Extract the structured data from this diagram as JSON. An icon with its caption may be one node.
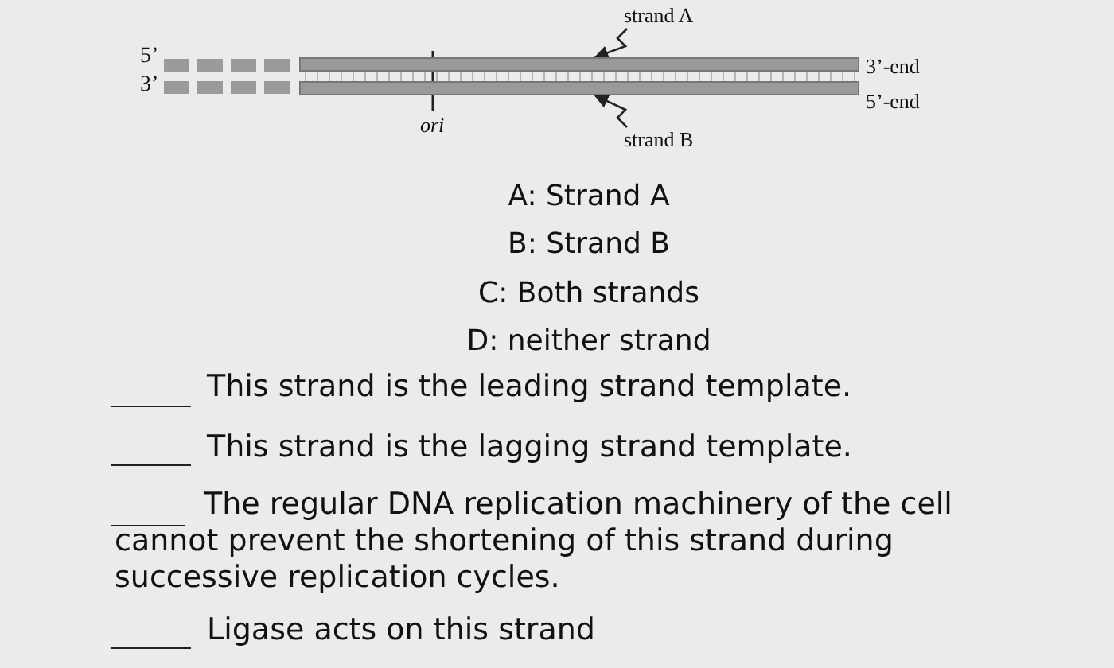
{
  "diagram": {
    "nodes": [
      {
        "text": [
          "strand A"
        ]
      },
      {
        "text": [],
        "shape": "bar"
      },
      {
        "text": [
          "strand B"
        ]
      },
      {
        "text": [],
        "shape": "bar"
      }
    ],
    "edges": [
      {
        "from": 0,
        "to": 1,
        "arrow": "to"
      },
      {
        "from": 2,
        "to": 3,
        "arrow": "to"
      }
    ],
    "labels": [
      "5’",
      "3’",
      "3’-end",
      "5’-end",
      "ori",
      "A: Strand A",
      "B: Strand B",
      "C: Both strands",
      "D: neither strand",
      "This strand is the leading strand template.",
      "This strand is the lagging strand template.",
      "The regular DNA replication machinery of the cell cannot prevent the shortening of this strand during successive replication cycles.",
      "Ligase acts on this strand"
    ]
  }
}
